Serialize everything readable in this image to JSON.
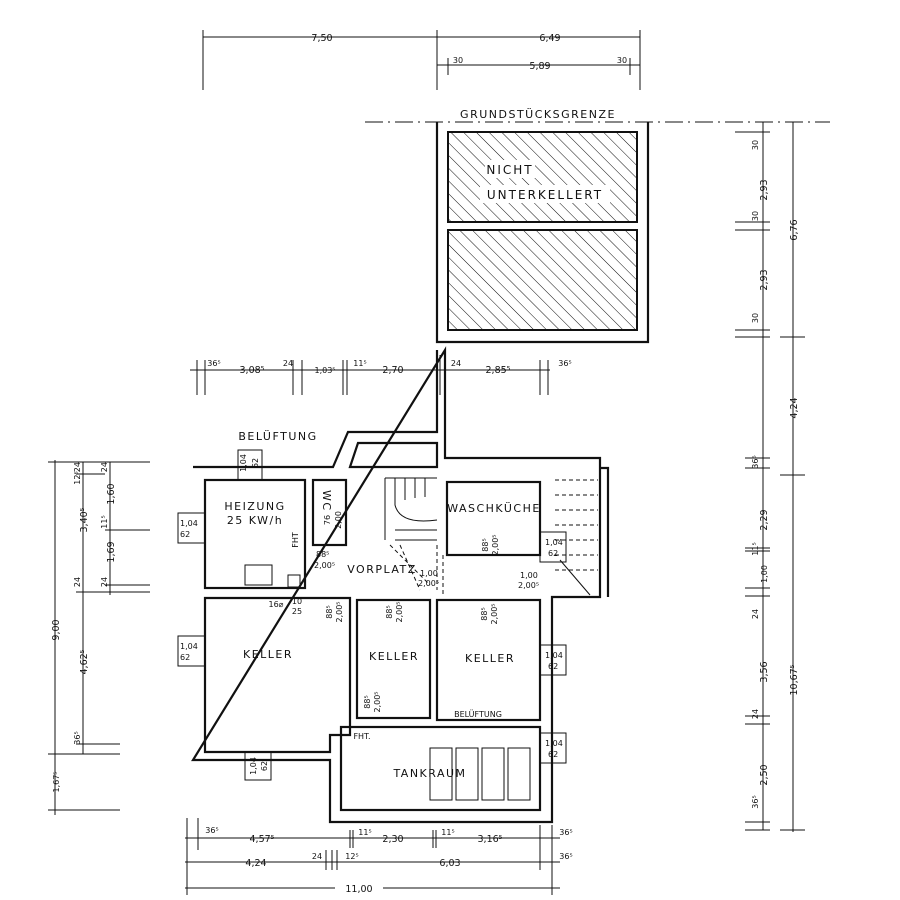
{
  "labels": {
    "grenze": "GRUNDSTÜCKSGRENZE",
    "nicht": "NICHT",
    "unterkellert": "UNTERKELLERT",
    "heizung": "HEIZUNG",
    "heizung_kw": "25 KW/h",
    "wc": "WC",
    "vorplatz": "VORPLATZ",
    "waschkueche": "WASCHKÜCHE",
    "keller_left": "KELLER",
    "keller_mid": "KELLER",
    "keller_right": "KELLER",
    "belueftung_top": "BELÜFTUNG",
    "belueftung_bottom": "BELÜFTUNG",
    "fht_top": "FHT",
    "fht_bottom": "FHT.",
    "tankraum": "TANKRAUM",
    "chimney": "16⌀",
    "chimney_size_w": "10",
    "chimney_size_h": "25"
  },
  "windows": [
    {
      "w": "1,04",
      "h": "62"
    },
    {
      "w": "1,04",
      "h": "62"
    },
    {
      "w": "1,04",
      "h": "62"
    },
    {
      "w": "1,04",
      "h": "62"
    },
    {
      "w": "1,04",
      "h": "62"
    },
    {
      "w": "1,04",
      "h": "62"
    },
    {
      "w": "1,04",
      "h": "62"
    }
  ],
  "doors": [
    {
      "w": "88⁵",
      "h": "2,00⁵"
    },
    {
      "w": "1,00",
      "h": "2,00⁵"
    },
    {
      "w": "1,00",
      "h": "2,00⁵"
    },
    {
      "w": "88⁵",
      "h": "2,00⁵"
    },
    {
      "w": "88⁵",
      "h": "2,00⁵"
    },
    {
      "w": "88⁵",
      "h": "2,00⁵"
    },
    {
      "w": "88⁵",
      "h": "2,00⁵"
    },
    {
      "w": "88⁵",
      "h": "2,00⁵"
    },
    {
      "w": "76",
      "h": "2,00"
    }
  ],
  "dims": {
    "top_outer": [
      "7,50",
      "6,49"
    ],
    "top_inner": [
      "30",
      "5,89",
      "30"
    ],
    "row_mid": [
      "36⁵",
      "3,08⁵",
      "24",
      "1,03⁵",
      "11⁵",
      "2,70",
      "24",
      "2,85⁵",
      "36⁵"
    ],
    "bottom1": [
      "36⁵",
      "4,57⁵",
      "11⁵",
      "2,30",
      "11⁵",
      "3,16⁵",
      "36⁵"
    ],
    "bottom2": [
      "4,24",
      "24",
      "12⁵",
      "6,03",
      "36⁵"
    ],
    "bottom_total": "11,00",
    "right_outer": [
      "6,76",
      "4,24",
      "10,67⁵"
    ],
    "right_inner": [
      "30",
      "2,93",
      "30",
      "2,93",
      "30",
      "36⁵",
      "2,29",
      "11⁵",
      "1,00",
      "24",
      "3,56",
      "24",
      "2,50",
      "36⁵"
    ],
    "left_outer": [
      "9,00",
      "1,67⁵"
    ],
    "left_mid": [
      "24",
      "12⁵",
      "3,40⁵",
      "24",
      "4,62⁵",
      "36⁵"
    ],
    "left_inner": [
      "24",
      "1,60",
      "11⁵",
      "1,69",
      "24"
    ]
  }
}
